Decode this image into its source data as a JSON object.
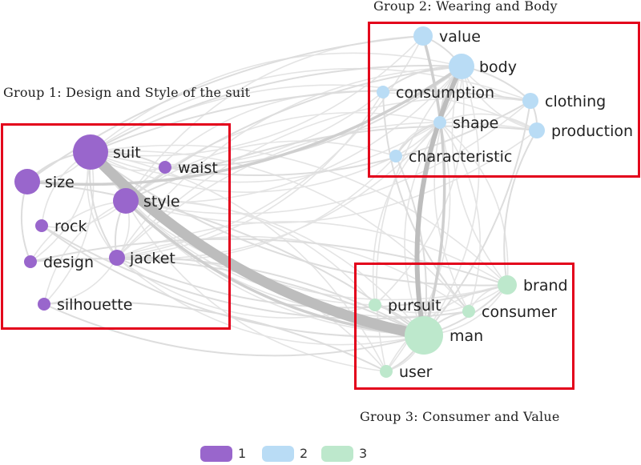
{
  "groups": [
    {
      "id": "1",
      "title": "Group 1:  Design  and  Style  of  the suit",
      "color": "#9966cc"
    },
    {
      "id": "2",
      "title": "Group 2:  Wearing  and  Body",
      "color": "#b9dcf5"
    },
    {
      "id": "3",
      "title": "Group 3:  Consumer  and  Value",
      "color": "#bde8cc"
    }
  ],
  "legend": [
    {
      "label": "1",
      "color": "#9966cc"
    },
    {
      "label": "2",
      "color": "#b9dcf5"
    },
    {
      "label": "3",
      "color": "#bde8cc"
    }
  ],
  "nodes": [
    {
      "id": "suit",
      "label": "suit",
      "group": "1",
      "size": 5
    },
    {
      "id": "size",
      "label": "size",
      "group": "1",
      "size": 4
    },
    {
      "id": "waist",
      "label": "waist",
      "group": "1",
      "size": 1
    },
    {
      "id": "style",
      "label": "style",
      "group": "1",
      "size": 4
    },
    {
      "id": "rock",
      "label": "rock",
      "group": "1",
      "size": 1
    },
    {
      "id": "design",
      "label": "design",
      "group": "1",
      "size": 1
    },
    {
      "id": "jacket",
      "label": "jacket",
      "group": "1",
      "size": 2
    },
    {
      "id": "silhouette",
      "label": "silhouette",
      "group": "1",
      "size": 1
    },
    {
      "id": "value",
      "label": "value",
      "group": "2",
      "size": 3
    },
    {
      "id": "body",
      "label": "body",
      "group": "2",
      "size": 4
    },
    {
      "id": "consumption",
      "label": "consumption",
      "group": "2",
      "size": 1
    },
    {
      "id": "clothing",
      "label": "clothing",
      "group": "2",
      "size": 2
    },
    {
      "id": "shape",
      "label": "shape",
      "group": "2",
      "size": 1
    },
    {
      "id": "production",
      "label": "production",
      "group": "2",
      "size": 2
    },
    {
      "id": "characteristic",
      "label": "characteristic",
      "group": "2",
      "size": 1
    },
    {
      "id": "brand",
      "label": "brand",
      "group": "3",
      "size": 3
    },
    {
      "id": "pursuit",
      "label": "pursuit",
      "group": "3",
      "size": 1
    },
    {
      "id": "consumer",
      "label": "consumer",
      "group": "3",
      "size": 1
    },
    {
      "id": "man",
      "label": "man",
      "group": "3",
      "size": 6
    },
    {
      "id": "user",
      "label": "user",
      "group": "3",
      "size": 1
    }
  ],
  "edges": [
    {
      "source": "suit",
      "target": "man",
      "weight": 5
    },
    {
      "source": "body",
      "target": "man",
      "weight": 3
    },
    {
      "source": "size",
      "target": "body",
      "weight": 2
    },
    {
      "source": "suit",
      "target": "style",
      "weight": 2
    },
    {
      "source": "style",
      "target": "man",
      "weight": 2
    },
    {
      "source": "value",
      "target": "man",
      "weight": 2
    },
    {
      "source": "suit",
      "target": "size",
      "weight": 1
    },
    {
      "source": "suit",
      "target": "waist",
      "weight": 1
    },
    {
      "source": "suit",
      "target": "jacket",
      "weight": 1
    },
    {
      "source": "suit",
      "target": "body",
      "weight": 1
    },
    {
      "source": "suit",
      "target": "brand",
      "weight": 1
    },
    {
      "source": "suit",
      "target": "clothing",
      "weight": 1
    },
    {
      "source": "size",
      "target": "design",
      "weight": 1
    },
    {
      "source": "size",
      "target": "man",
      "weight": 1
    },
    {
      "source": "style",
      "target": "jacket",
      "weight": 1
    },
    {
      "source": "style",
      "target": "body",
      "weight": 1
    },
    {
      "source": "rock",
      "target": "man",
      "weight": 1
    },
    {
      "source": "design",
      "target": "man",
      "weight": 1
    },
    {
      "source": "silhouette",
      "target": "man",
      "weight": 1
    },
    {
      "source": "jacket",
      "target": "man",
      "weight": 1
    },
    {
      "source": "waist",
      "target": "body",
      "weight": 1
    },
    {
      "source": "value",
      "target": "body",
      "weight": 1
    },
    {
      "source": "body",
      "target": "consumption",
      "weight": 1
    },
    {
      "source": "body",
      "target": "clothing",
      "weight": 1
    },
    {
      "source": "body",
      "target": "shape",
      "weight": 1
    },
    {
      "source": "clothing",
      "target": "production",
      "weight": 1
    },
    {
      "source": "shape",
      "target": "characteristic",
      "weight": 1
    },
    {
      "source": "clothing",
      "target": "man",
      "weight": 1
    },
    {
      "source": "production",
      "target": "brand",
      "weight": 1
    },
    {
      "source": "characteristic",
      "target": "man",
      "weight": 1
    },
    {
      "source": "consumption",
      "target": "consumer",
      "weight": 1
    },
    {
      "source": "brand",
      "target": "man",
      "weight": 1
    },
    {
      "source": "consumer",
      "target": "man",
      "weight": 1
    },
    {
      "source": "pursuit",
      "target": "man",
      "weight": 1
    },
    {
      "source": "user",
      "target": "man",
      "weight": 1
    },
    {
      "source": "design",
      "target": "brand",
      "weight": 1
    },
    {
      "source": "rock",
      "target": "consumer",
      "weight": 1
    },
    {
      "source": "silhouette",
      "target": "user",
      "weight": 1
    },
    {
      "source": "waist",
      "target": "clothing",
      "weight": 1
    },
    {
      "source": "size",
      "target": "value",
      "weight": 1
    },
    {
      "source": "jacket",
      "target": "brand",
      "weight": 1
    },
    {
      "source": "style",
      "target": "production",
      "weight": 1
    }
  ]
}
